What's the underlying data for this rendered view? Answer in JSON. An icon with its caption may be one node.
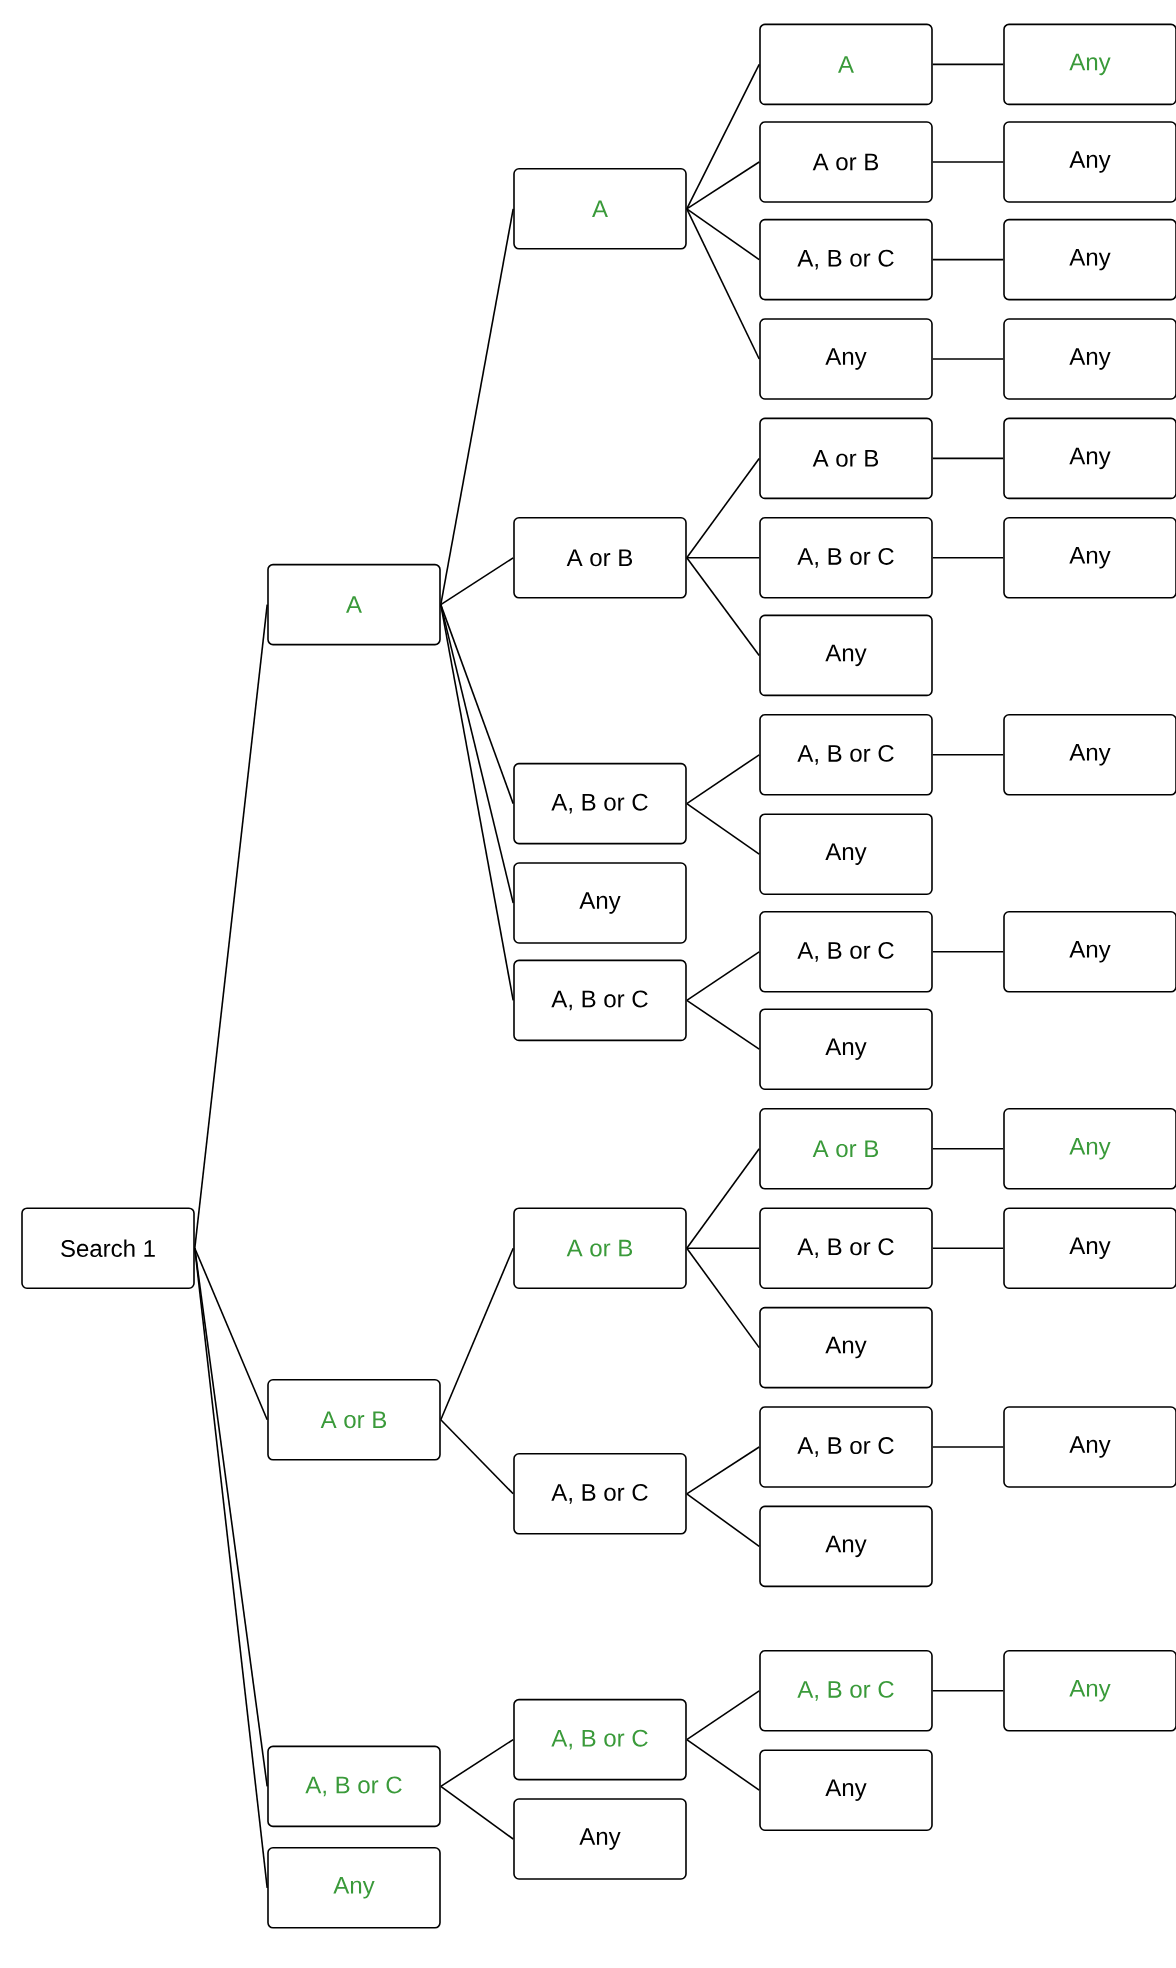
{
  "diagram": {
    "nodes": [
      {
        "text": [
          "Search 1"
        ]
      },
      {
        "text": [
          "A"
        ]
      },
      {
        "text": [
          "A"
        ]
      },
      {
        "text": [
          "A"
        ]
      },
      {
        "text": [
          "Any"
        ]
      },
      {
        "text": [
          "A or B"
        ]
      },
      {
        "text": [
          "Any"
        ]
      },
      {
        "text": [
          "A, B or C"
        ]
      },
      {
        "text": [
          "Any"
        ]
      },
      {
        "text": [
          "Any"
        ]
      },
      {
        "text": [
          "Any"
        ]
      },
      {
        "text": [
          "A or B"
        ]
      },
      {
        "text": [
          "A or B"
        ]
      },
      {
        "text": [
          "Any"
        ]
      },
      {
        "text": [
          "A, B or C"
        ]
      },
      {
        "text": [
          "Any"
        ]
      },
      {
        "text": [
          "Any"
        ]
      },
      {
        "text": [
          "A, B or C"
        ]
      },
      {
        "text": [
          "A, B or C"
        ]
      },
      {
        "text": [
          "Any"
        ]
      },
      {
        "text": [
          "Any"
        ]
      },
      {
        "text": [
          "Any"
        ]
      },
      {
        "text": [
          "A, B or C"
        ]
      },
      {
        "text": [
          "A, B or C"
        ]
      },
      {
        "text": [
          "Any"
        ]
      },
      {
        "text": [
          "Any"
        ]
      },
      {
        "text": [
          "A or B"
        ]
      },
      {
        "text": [
          "A or B"
        ]
      },
      {
        "text": [
          "A or B"
        ]
      },
      {
        "text": [
          "Any"
        ]
      },
      {
        "text": [
          "A, B or C"
        ]
      },
      {
        "text": [
          "Any"
        ]
      },
      {
        "text": [
          "Any"
        ]
      },
      {
        "text": [
          "A, B or C"
        ]
      },
      {
        "text": [
          "A, B or C"
        ]
      },
      {
        "text": [
          "Any"
        ]
      },
      {
        "text": [
          "Any"
        ]
      },
      {
        "text": [
          "A, B or C"
        ]
      },
      {
        "text": [
          "A, B or C"
        ]
      },
      {
        "text": [
          "A, B or C"
        ]
      },
      {
        "text": [
          "Any"
        ]
      },
      {
        "text": [
          "Any"
        ]
      },
      {
        "text": [
          "Any"
        ]
      },
      {
        "text": [
          "Any"
        ]
      }
    ],
    "edges": [
      {
        "from": 0,
        "to": 1,
        "arrow": "none"
      },
      {
        "from": 1,
        "to": 2,
        "arrow": "none"
      },
      {
        "from": 2,
        "to": 3,
        "arrow": "none"
      },
      {
        "from": 3,
        "to": 4,
        "arrow": "none"
      },
      {
        "from": 2,
        "to": 5,
        "arrow": "none"
      },
      {
        "from": 5,
        "to": 6,
        "arrow": "none"
      },
      {
        "from": 2,
        "to": 7,
        "arrow": "none"
      },
      {
        "from": 7,
        "to": 8,
        "arrow": "none"
      },
      {
        "from": 2,
        "to": 9,
        "arrow": "none"
      },
      {
        "from": 9,
        "to": 10,
        "arrow": "none"
      },
      {
        "from": 1,
        "to": 11,
        "arrow": "none"
      },
      {
        "from": 11,
        "to": 12,
        "arrow": "none"
      },
      {
        "from": 12,
        "to": 13,
        "arrow": "none"
      },
      {
        "from": 11,
        "to": 14,
        "arrow": "none"
      },
      {
        "from": 14,
        "to": 15,
        "arrow": "none"
      },
      {
        "from": 11,
        "to": 16,
        "arrow": "none"
      },
      {
        "from": 1,
        "to": 17,
        "arrow": "none"
      },
      {
        "from": 17,
        "to": 18,
        "arrow": "none"
      },
      {
        "from": 18,
        "to": 19,
        "arrow": "none"
      },
      {
        "from": 17,
        "to": 20,
        "arrow": "none"
      },
      {
        "from": 1,
        "to": 21,
        "arrow": "none"
      },
      {
        "from": 1,
        "to": 22,
        "arrow": "none"
      },
      {
        "from": 22,
        "to": 23,
        "arrow": "none"
      },
      {
        "from": 23,
        "to": 24,
        "arrow": "none"
      },
      {
        "from": 22,
        "to": 25,
        "arrow": "none"
      },
      {
        "from": 0,
        "to": 26,
        "arrow": "none"
      },
      {
        "from": 26,
        "to": 27,
        "arrow": "none"
      },
      {
        "from": 27,
        "to": 28,
        "arrow": "none"
      },
      {
        "from": 28,
        "to": 29,
        "arrow": "none"
      },
      {
        "from": 27,
        "to": 30,
        "arrow": "none"
      },
      {
        "from": 30,
        "to": 31,
        "arrow": "none"
      },
      {
        "from": 27,
        "to": 32,
        "arrow": "none"
      },
      {
        "from": 26,
        "to": 33,
        "arrow": "none"
      },
      {
        "from": 33,
        "to": 34,
        "arrow": "none"
      },
      {
        "from": 34,
        "to": 35,
        "arrow": "none"
      },
      {
        "from": 33,
        "to": 36,
        "arrow": "none"
      },
      {
        "from": 0,
        "to": 37,
        "arrow": "none"
      },
      {
        "from": 37,
        "to": 38,
        "arrow": "none"
      },
      {
        "from": 38,
        "to": 39,
        "arrow": "none"
      },
      {
        "from": 39,
        "to": 40,
        "arrow": "none"
      },
      {
        "from": 38,
        "to": 41,
        "arrow": "none"
      },
      {
        "from": 37,
        "to": 42,
        "arrow": "none"
      },
      {
        "from": 0,
        "to": 43,
        "arrow": "none"
      }
    ]
  }
}
